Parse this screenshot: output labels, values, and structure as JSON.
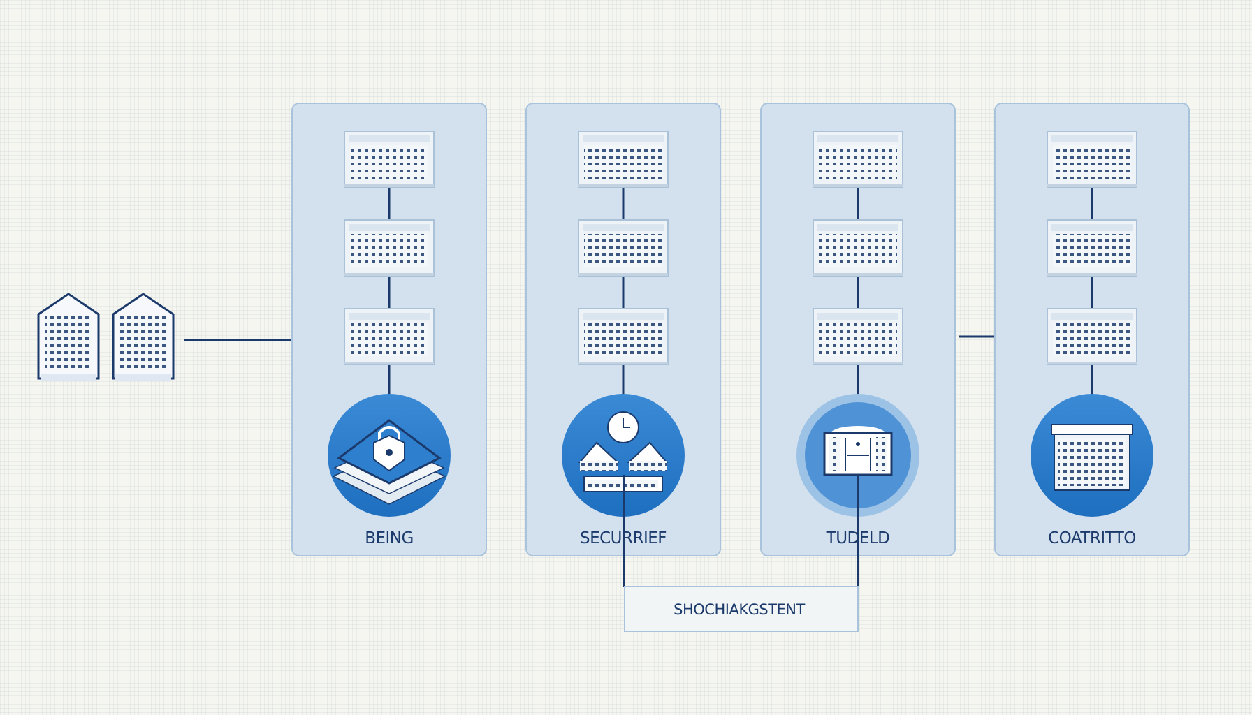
{
  "diagram": {
    "columns": [
      {
        "label": "BEING",
        "icon": "shield-lock-icon"
      },
      {
        "label": "SECURRIEF",
        "icon": "scale-clock-icon"
      },
      {
        "label": "TUDELD",
        "icon": "screen-icon"
      },
      {
        "label": "COATRITTO",
        "icon": "server-stack-icon"
      }
    ],
    "bottom_box": {
      "label": "SHOCHIAKGSTENT"
    },
    "left_icons": [
      "building-icon",
      "building-icon"
    ],
    "colors": {
      "navy": "#1b3a6b",
      "panel_fill": "#d3e1ef",
      "panel_stroke": "#a9c3dc",
      "circle_blue": "#2f7fcf"
    }
  }
}
